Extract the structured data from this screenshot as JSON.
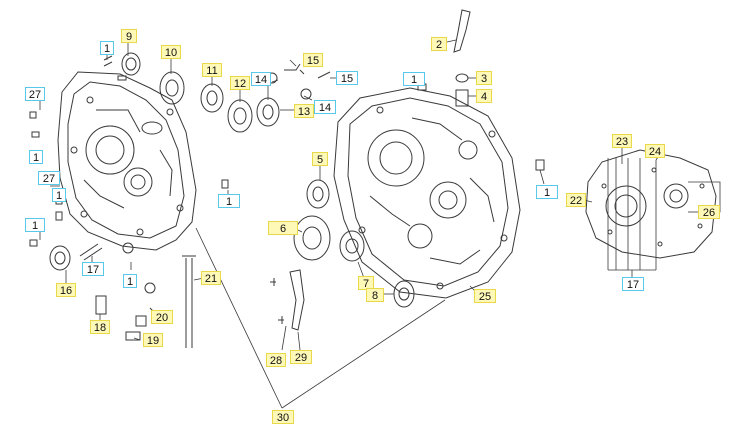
{
  "diagram": {
    "colors": {
      "line": "#3a3a3a",
      "yellow_box": "#fff9b8",
      "yellow_border": "#e8d84a",
      "blue_box": "#ffffff",
      "blue_border": "#5ac8e8"
    },
    "callouts": [
      {
        "id": "c9",
        "text": "9",
        "style": "y"
      },
      {
        "id": "c10",
        "text": "10",
        "style": "y"
      },
      {
        "id": "c1a",
        "text": "1",
        "style": "b"
      },
      {
        "id": "c11",
        "text": "11",
        "style": "y"
      },
      {
        "id": "c12",
        "text": "12",
        "style": "y"
      },
      {
        "id": "c14a",
        "text": "14",
        "style": "b"
      },
      {
        "id": "c15a",
        "text": "15",
        "style": "y"
      },
      {
        "id": "c15b",
        "text": "15",
        "style": "b"
      },
      {
        "id": "c13",
        "text": "13",
        "style": "y"
      },
      {
        "id": "c14b",
        "text": "14",
        "style": "b"
      },
      {
        "id": "c2",
        "text": "2",
        "style": "y"
      },
      {
        "id": "c3",
        "text": "3",
        "style": "y"
      },
      {
        "id": "c4",
        "text": "4",
        "style": "y"
      },
      {
        "id": "c1b",
        "text": "1",
        "style": "b"
      },
      {
        "id": "c27a",
        "text": "27",
        "style": "b"
      },
      {
        "id": "c1c",
        "text": "1",
        "style": "b"
      },
      {
        "id": "c27b",
        "text": "27",
        "style": "b"
      },
      {
        "id": "c1d",
        "text": "1",
        "style": "b"
      },
      {
        "id": "c1e",
        "text": "1",
        "style": "b"
      },
      {
        "id": "c17a",
        "text": "17",
        "style": "b"
      },
      {
        "id": "c16",
        "text": "16",
        "style": "y"
      },
      {
        "id": "c1f",
        "text": "1",
        "style": "b"
      },
      {
        "id": "c21",
        "text": "21",
        "style": "y"
      },
      {
        "id": "c1g",
        "text": "1",
        "style": "b"
      },
      {
        "id": "c18",
        "text": "18",
        "style": "y"
      },
      {
        "id": "c20",
        "text": "20",
        "style": "y"
      },
      {
        "id": "c19",
        "text": "19",
        "style": "y"
      },
      {
        "id": "c5",
        "text": "5",
        "style": "y"
      },
      {
        "id": "c6",
        "text": "6",
        "style": "y"
      },
      {
        "id": "c7",
        "text": "7",
        "style": "y"
      },
      {
        "id": "c8",
        "text": "8",
        "style": "y"
      },
      {
        "id": "c25",
        "text": "25",
        "style": "y"
      },
      {
        "id": "c28",
        "text": "28",
        "style": "y"
      },
      {
        "id": "c29",
        "text": "29",
        "style": "y"
      },
      {
        "id": "c30",
        "text": "30",
        "style": "y"
      },
      {
        "id": "c1h",
        "text": "1",
        "style": "b"
      },
      {
        "id": "c23",
        "text": "23",
        "style": "y"
      },
      {
        "id": "c24",
        "text": "24",
        "style": "y"
      },
      {
        "id": "c22",
        "text": "22",
        "style": "y"
      },
      {
        "id": "c26",
        "text": "26",
        "style": "y"
      },
      {
        "id": "c17b",
        "text": "17",
        "style": "b"
      }
    ]
  }
}
